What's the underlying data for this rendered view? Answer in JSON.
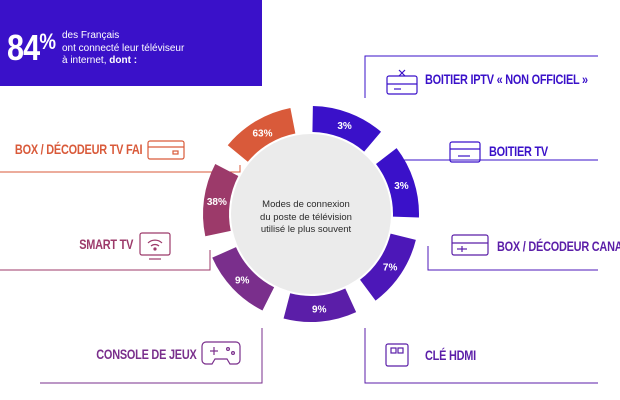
{
  "headline": {
    "stat": "84",
    "stat_unit": "%",
    "line1": "des Français",
    "line2": "ont connecté leur téléviseur",
    "line3_regular": "à internet, ",
    "line3_bold": "dont :"
  },
  "center": {
    "line1": "Modes de connexion",
    "line2": "du poste de télévision",
    "line3": "utilisé le plus souvent"
  },
  "colors": {
    "headline_bg": "#3a11c9",
    "blue": "#3a11c9",
    "violet_dark": "#5b1ea8",
    "plum": "#7a2f8c",
    "rose": "#9c3a6a",
    "orange": "#d95a3a",
    "center_circle": "#ebebeb"
  },
  "chart_data": {
    "type": "pie",
    "categories": [
      "BOITIER IPTV « NON OFFICIEL »",
      "BOITIER TV",
      "BOX / DÉCODEUR CANAL+",
      "CLÉ HDMI",
      "CONSOLE DE JEUX",
      "SMART TV",
      "BOX / DÉCODEUR TV FAI"
    ],
    "values": [
      3,
      3,
      7,
      9,
      9,
      38,
      63
    ],
    "value_labels": [
      "3%",
      "3%",
      "7%",
      "9%",
      "9%",
      "38%",
      "63%"
    ],
    "icons": [
      "iptv-box-icon",
      "tv-box-icon",
      "canal-decoder-icon",
      "hdmi-key-icon",
      "gamepad-icon",
      "wifi-tv-icon",
      "router-box-icon"
    ]
  },
  "labels": {
    "iptv": "BOITIER IPTV « NON OFFICIEL »",
    "boitier_tv": "BOITIER TV",
    "canal": "BOX / DÉCODEUR CANAL",
    "hdmi": "CLÉ HDMI",
    "console": "CONSOLE DE JEUX",
    "smart_tv": "SMART TV",
    "fai": "BOX / DÉCODEUR TV FAI"
  }
}
